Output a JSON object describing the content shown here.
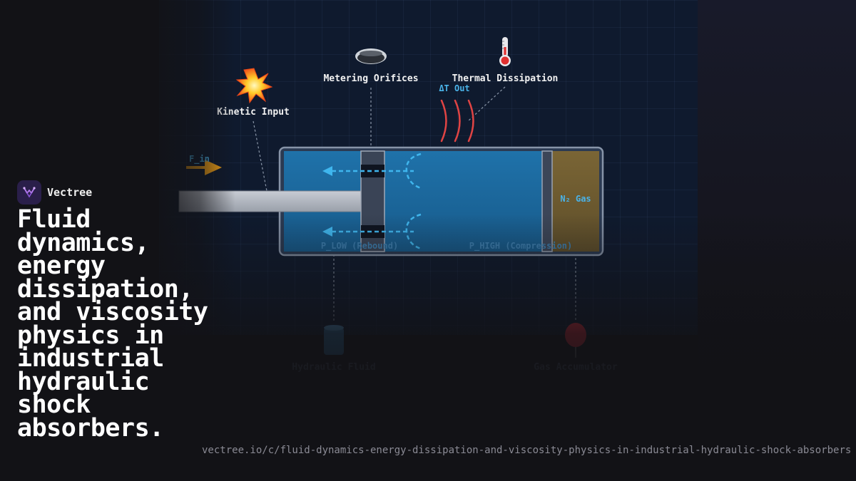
{
  "diagram": {
    "labels": {
      "kinetic_input": "Kinetic Input",
      "metering_orifices": "Metering Orifices",
      "thermal_dissipation": "Thermal Dissipation",
      "delta_t_out": "ΔT Out",
      "force_in": "F_in",
      "gas": "N₂ Gas",
      "p_low": "P_LOW (Rebound)",
      "p_high": "P_HIGH (Compression)",
      "hydraulic_fluid": "Hydraulic Fluid",
      "gas_accumulator": "Gas Accumulator"
    },
    "icons": {
      "kinetic_input": "collision-icon",
      "metering_orifices": "orifice-disc-icon",
      "thermal_dissipation": "thermometer-icon",
      "hydraulic_fluid": "fluid-drum-icon",
      "gas_accumulator": "balloon-icon"
    },
    "colors": {
      "fluid": "#1c6aa0",
      "gas": "#6e5a32",
      "flow_arrows": "#3fb6ee",
      "force_arrow": "#f5a316",
      "heat_waves": "#e04444",
      "background": "#0f1a2e"
    }
  },
  "brand": {
    "name": "Vectree",
    "logo_icon": "vectree-logo-icon"
  },
  "headline": "Fluid dynamics, energy dissipation, and viscosity physics in industrial hydraulic shock absorbers.",
  "url": "vectree.io/c/fluid-dynamics-energy-dissipation-and-viscosity-physics-in-industrial-hydraulic-shock-absorbers"
}
